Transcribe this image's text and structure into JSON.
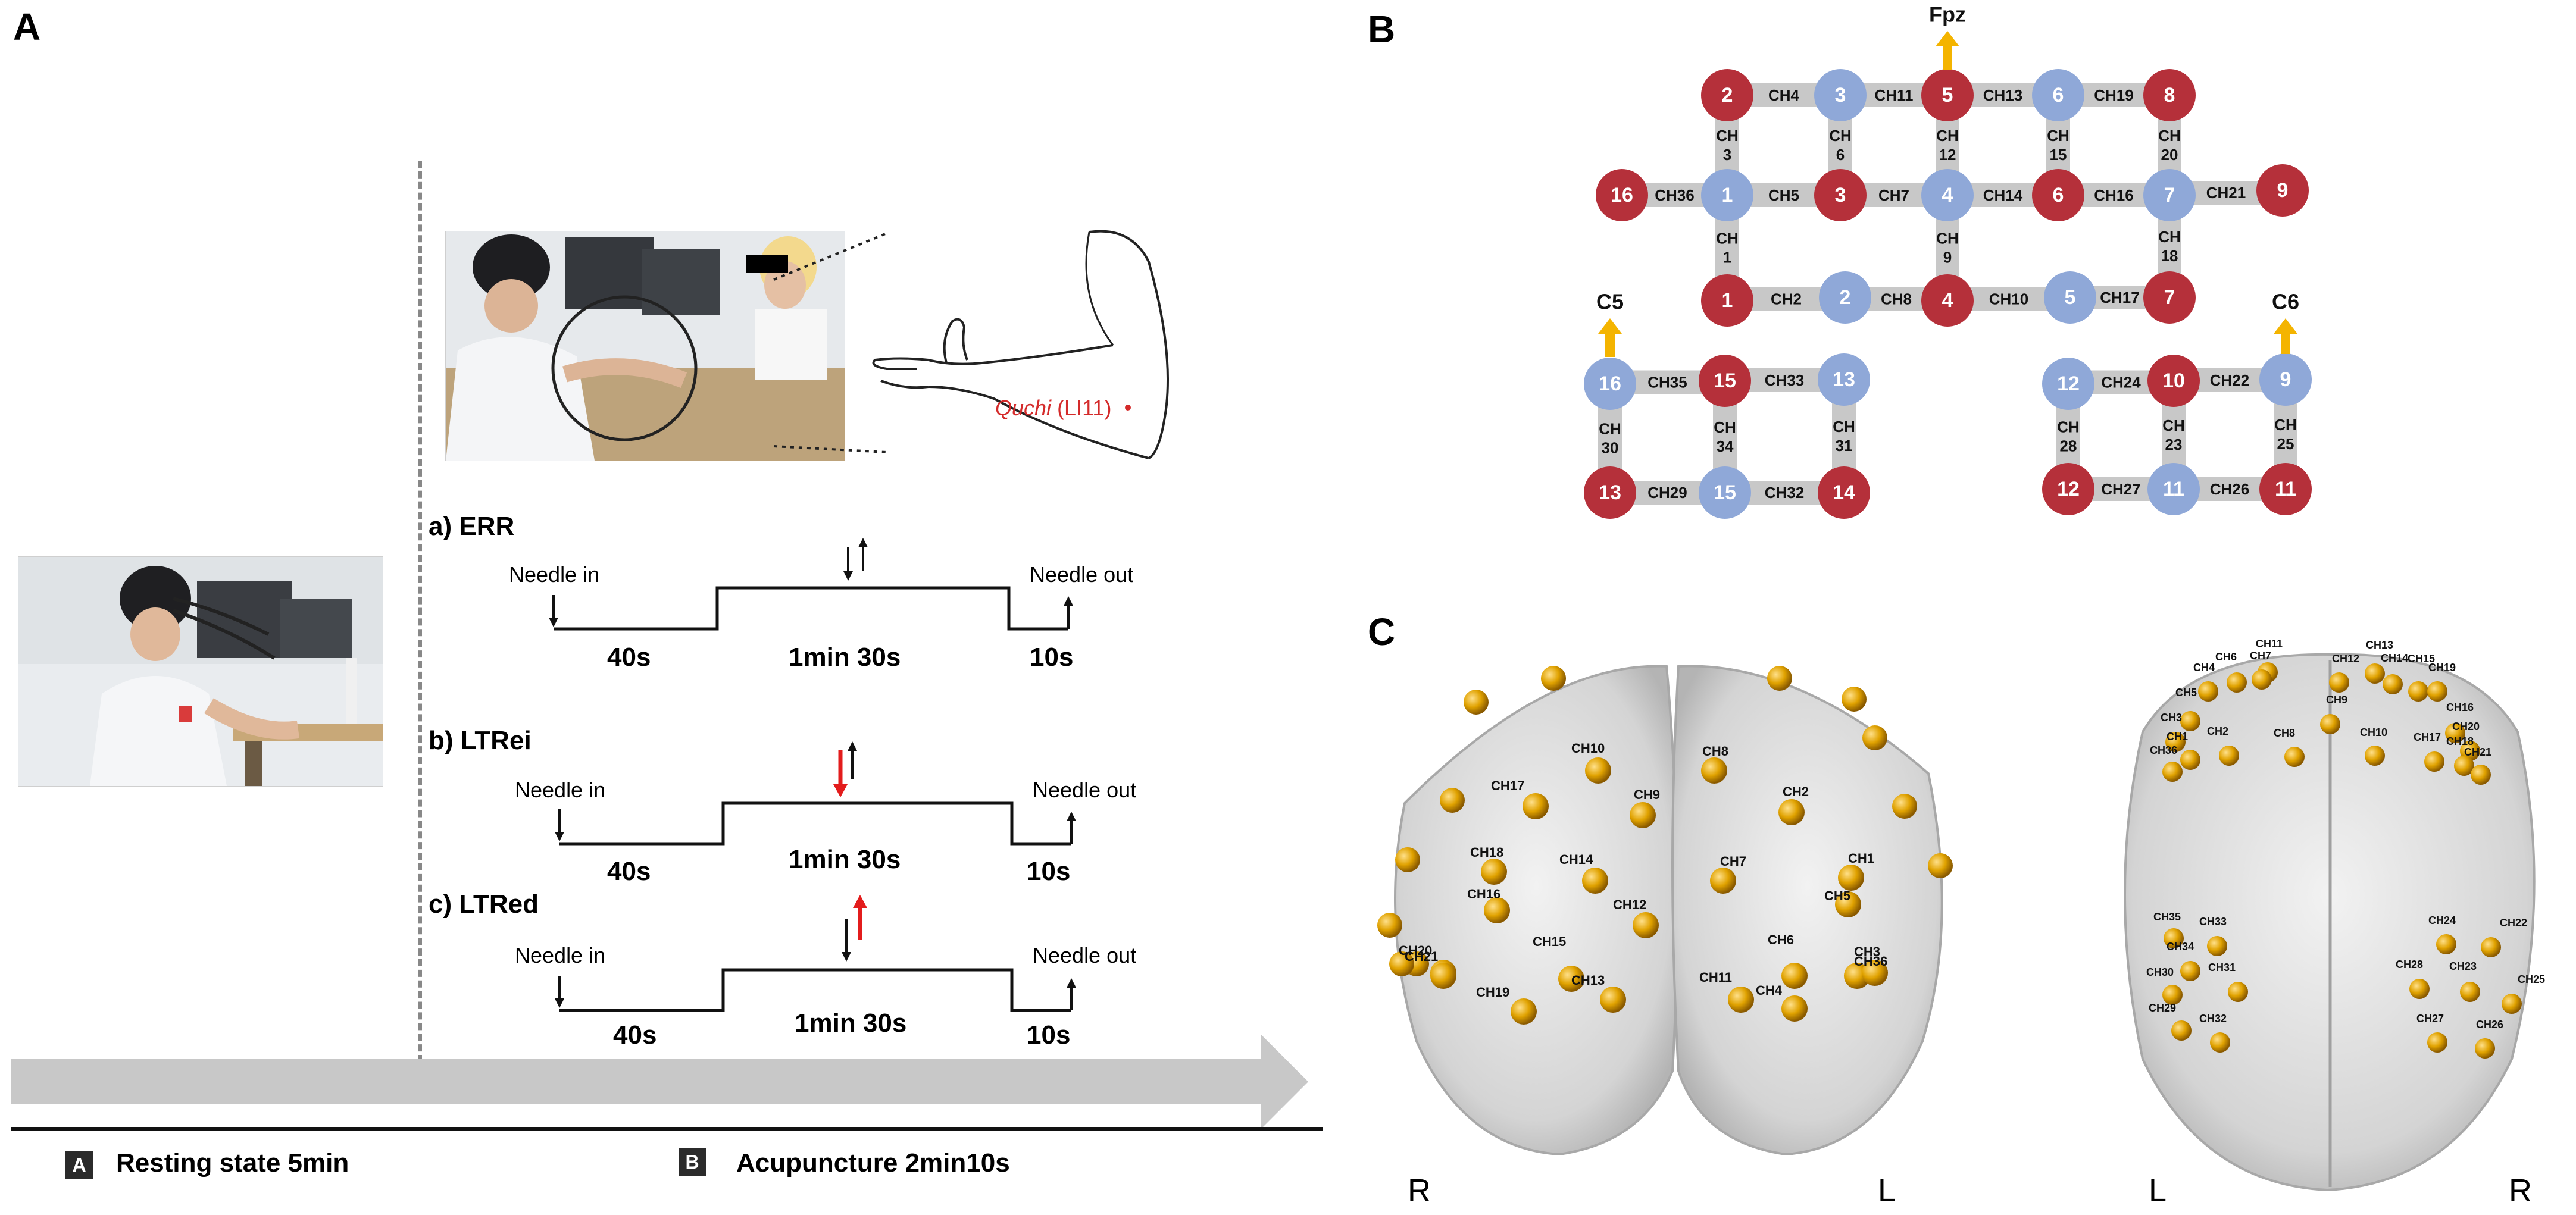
{
  "panel_labels": {
    "a": "A",
    "b": "B",
    "c": "C"
  },
  "panel_a": {
    "inset_text": "Quchi",
    "inset_code": "(LI11)",
    "protocols": [
      {
        "label": "a) ERR",
        "needle_in": "Needle in",
        "needle_out": "Needle out",
        "d1": "40s",
        "d2": "1min 30s",
        "d3": "10s"
      },
      {
        "label": "b) LTRei",
        "needle_in": "Needle in",
        "needle_out": "Needle out",
        "d1": "40s",
        "d2": "1min 30s",
        "d3": "10s"
      },
      {
        "label": "c) LTRed",
        "needle_in": "Needle in",
        "needle_out": "Needle out",
        "d1": "40s",
        "d2": "1min 30s",
        "d3": "10s"
      }
    ],
    "legend": [
      {
        "key": "A",
        "text": "Resting state 5min"
      },
      {
        "key": "B",
        "text": "Acupuncture 2min10s"
      }
    ]
  },
  "panel_b": {
    "ref_labels": {
      "fpz": "Fpz",
      "c5": "C5",
      "c6": "C6"
    },
    "colors": {
      "source": "#b5303a",
      "detector": "#8fa8d8",
      "channel": "#c8c8c8",
      "arrow": "#f4b400"
    },
    "channel_labels": {
      "ch1": "CH\n1",
      "ch2": "CH2",
      "ch3": "CH\n3",
      "ch4": "CH4",
      "ch5": "CH5",
      "ch6": "CH\n6",
      "ch7": "CH7",
      "ch8": "CH8",
      "ch9": "CH\n9",
      "ch10": "CH10",
      "ch11": "CH11",
      "ch12": "CH\n12",
      "ch13": "CH13",
      "ch14": "CH14",
      "ch15": "CH\n15",
      "ch16": "CH16",
      "ch17": "CH17",
      "ch18": "CH\n18",
      "ch19": "CH19",
      "ch20": "CH\n20",
      "ch21": "CH21",
      "ch22": "CH22",
      "ch23": "CH\n23",
      "ch24": "CH24",
      "ch25": "CH\n25",
      "ch26": "CH26",
      "ch27": "CH27",
      "ch28": "CH\n28",
      "ch29": "CH29",
      "ch30": "CH\n30",
      "ch31": "CH\n31",
      "ch32": "CH32",
      "ch33": "CH33",
      "ch34": "CH\n34",
      "ch35": "CH35",
      "ch36": "CH36"
    }
  },
  "panel_c": {
    "left_view": {
      "side_left": "R",
      "side_right": "L",
      "labels": [
        "CH10",
        "CH8",
        "CH17",
        "CH9",
        "CH2",
        "CH18",
        "CH14",
        "CH7",
        "CH1",
        "CH16",
        "CH12",
        "CH5",
        "CH20",
        "CH15",
        "CH6",
        "CH3",
        "CH36",
        "CH13",
        "CH11",
        "CH4",
        "CH19",
        "CH21"
      ]
    },
    "right_view": {
      "side_left": "L",
      "side_right": "R",
      "labels": [
        "CH11",
        "CH13",
        "CH6",
        "CH7",
        "CH12",
        "CH14",
        "CH15",
        "CH4",
        "CH19",
        "CH9",
        "CH16",
        "CH5",
        "CH3",
        "CH2",
        "CH8",
        "CH10",
        "CH20",
        "CH17",
        "CH18",
        "CH1",
        "CH36",
        "CH21",
        "CH35",
        "CH33",
        "CH24",
        "CH22",
        "CH34",
        "CH31",
        "CH28",
        "CH23",
        "CH30",
        "CH25",
        "CH29",
        "CH32",
        "CH27",
        "CH26"
      ]
    },
    "sphere_color": "#d99a00"
  }
}
